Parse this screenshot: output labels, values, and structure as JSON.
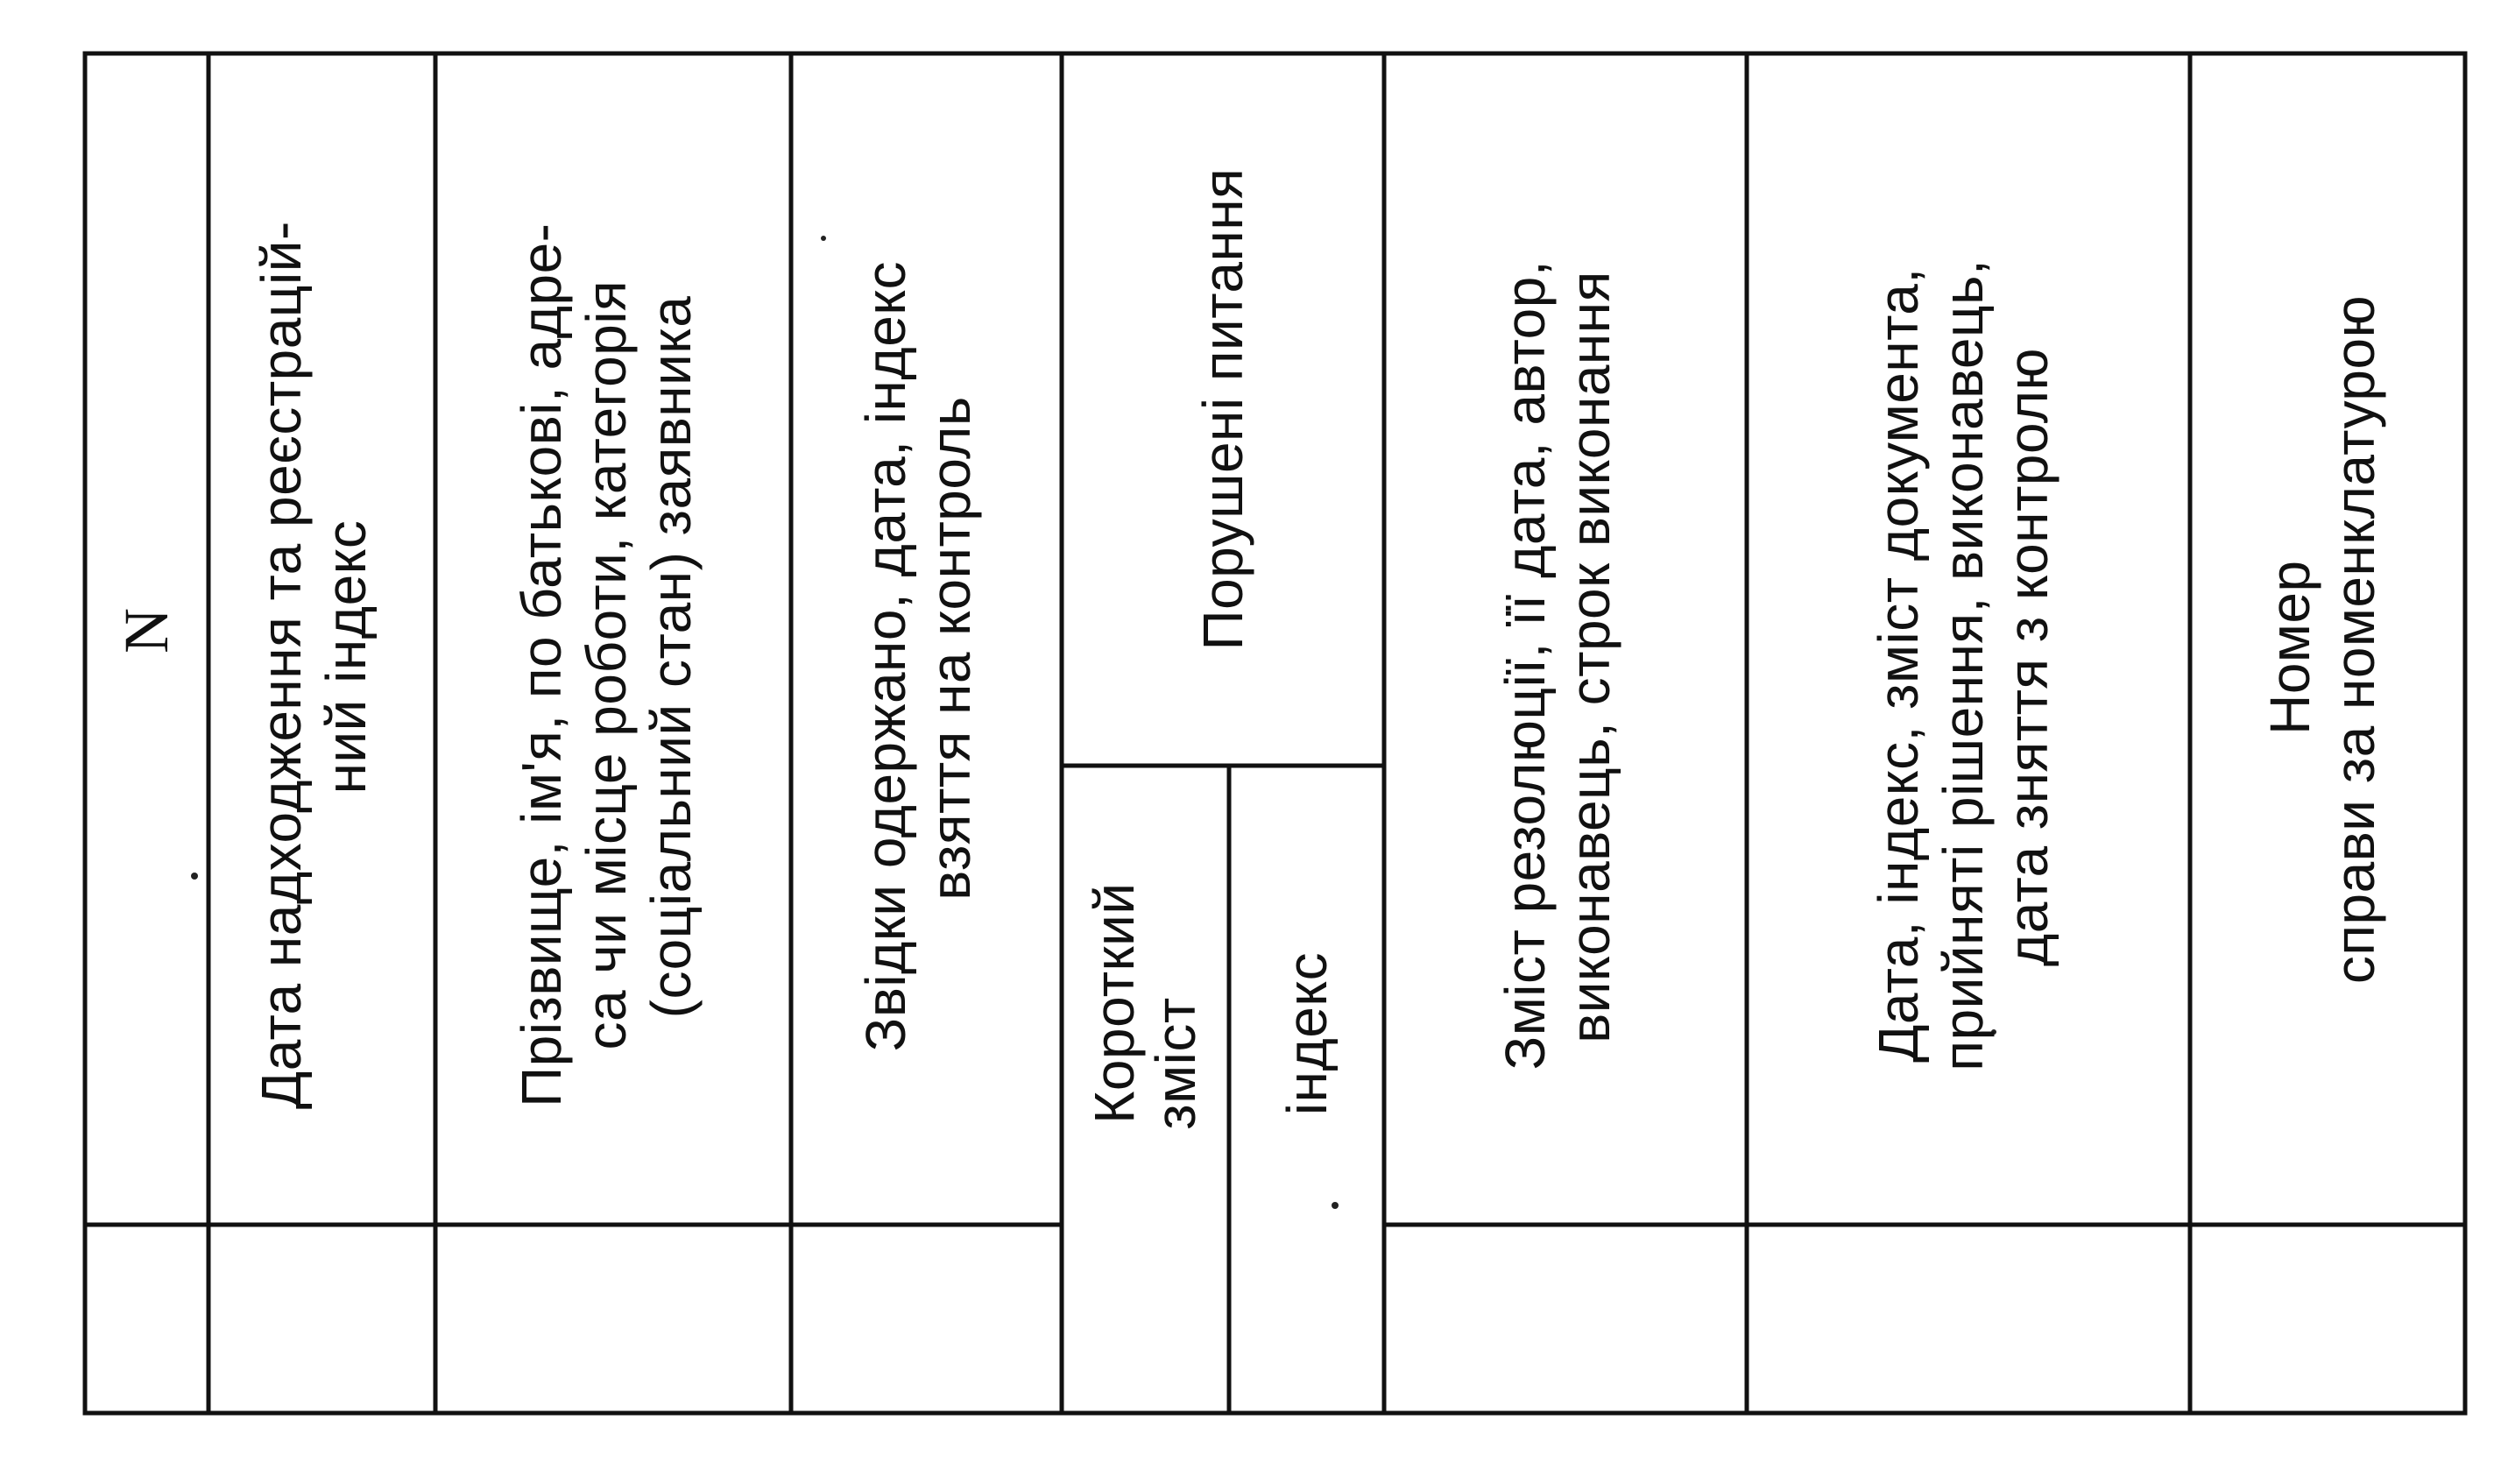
{
  "document": {
    "columns": [
      {
        "key": "number",
        "lines": [
          "N"
        ]
      },
      {
        "key": "receipt_date_index",
        "lines": [
          "Дата надходження та реєстрацій-",
          "ний індекс"
        ]
      },
      {
        "key": "applicant",
        "lines": [
          "Прізвище, ім'я, по батькові, адре-",
          "са чи місце роботи, категорія",
          "(соціальний стан) заявника"
        ]
      },
      {
        "key": "source",
        "lines": [
          "Звідки одержано, дата, індекс",
          "взяття на контроль"
        ]
      },
      {
        "key": "issues",
        "lines": [
          "Порушені питання"
        ],
        "subcolumns": [
          {
            "key": "summary",
            "lines": [
              "Короткий",
              "зміст"
            ]
          },
          {
            "key": "index",
            "lines": [
              "індекс"
            ]
          }
        ]
      },
      {
        "key": "resolution",
        "lines": [
          "Зміст резолюції, її дата, автор,",
          "виконавець, строк виконання"
        ]
      },
      {
        "key": "outcome",
        "lines": [
          "Дата, індекс, зміст документа,",
          "прийняті рішення, виконавець,",
          "дата зняття з контролю"
        ]
      },
      {
        "key": "case_number",
        "lines": [
          "Номер",
          "справи за номенклатурою"
        ]
      }
    ]
  }
}
